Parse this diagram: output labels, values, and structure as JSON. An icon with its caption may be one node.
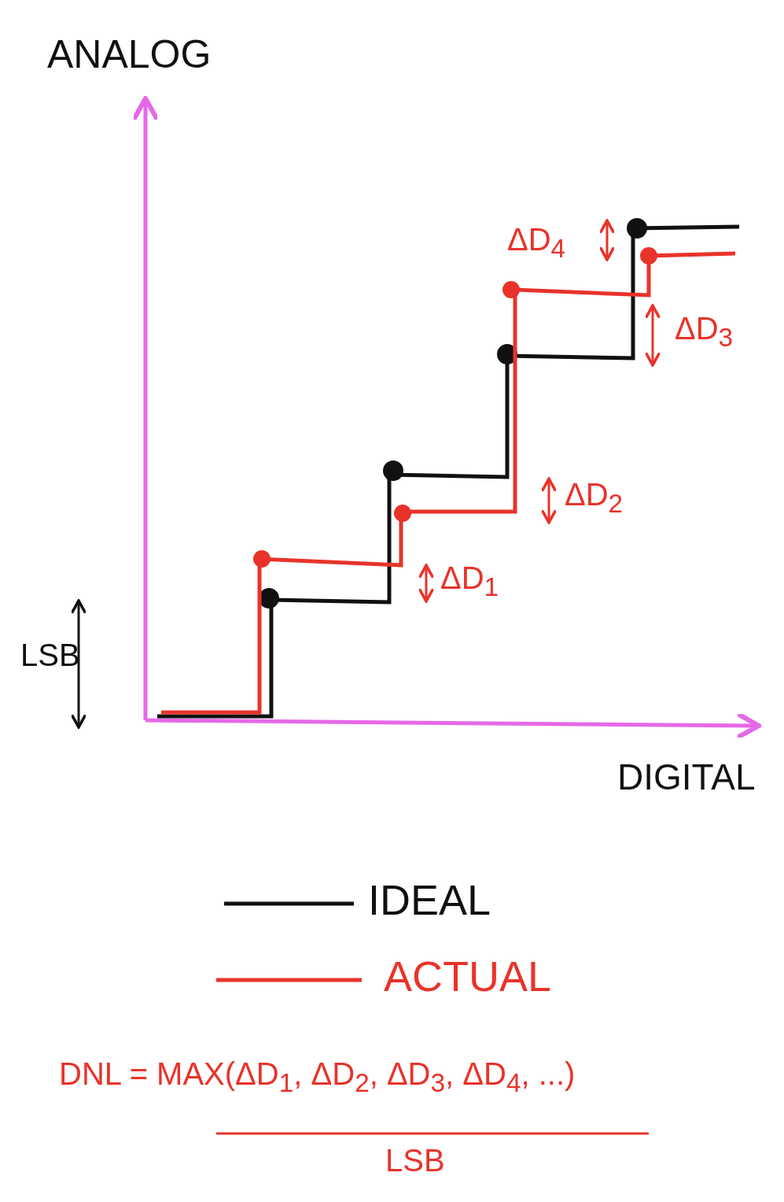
{
  "diagram": {
    "labels": [
      "ANALOG",
      "ΔD$_{4}$",
      "ΔD$_{3}$",
      "ΔD$_{2}$",
      "ΔD$_{1}$",
      "LSB",
      "DIGITAL",
      "DNL = MAX(ΔD$_{1}$, ΔD$_{2}$, ΔD$_{3}$, ΔD$_{4}$, ...)",
      "LSB"
    ],
    "legend": [
      {
        "text": "IDEAL"
      },
      {
        "text": "ACTUAL"
      }
    ]
  }
}
